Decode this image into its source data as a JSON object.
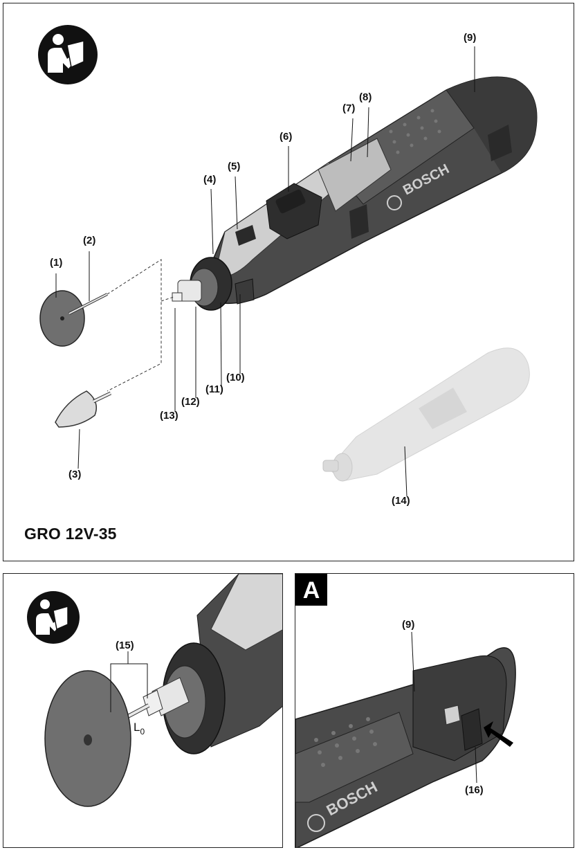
{
  "figure_main": {
    "labels": {
      "l1": "(1)",
      "l2": "(2)",
      "l3": "(3)",
      "l4": "(4)",
      "l5": "(5)",
      "l6": "(6)",
      "l7": "(7)",
      "l8": "(8)",
      "l9": "(9)",
      "l10": "(10)",
      "l11": "(11)",
      "l12": "(12)",
      "l13": "(13)",
      "l14": "(14)"
    },
    "model": "GRO 12V-35",
    "brand": "BOSCH"
  },
  "figure_disc": {
    "label": "(15)",
    "dimension_main": "L",
    "dimension_sub": "0"
  },
  "figure_a": {
    "section": "A",
    "label_battery": "(9)",
    "label_release": "(16)",
    "brand": "BOSCH"
  },
  "icons": [
    "read-manual-icon",
    "read-manual-icon"
  ],
  "colors": {
    "tool_dark": "#3f3f3f",
    "tool_mid": "#8a8a8a",
    "ghost": "#d9d9d9",
    "border": "#222222"
  }
}
